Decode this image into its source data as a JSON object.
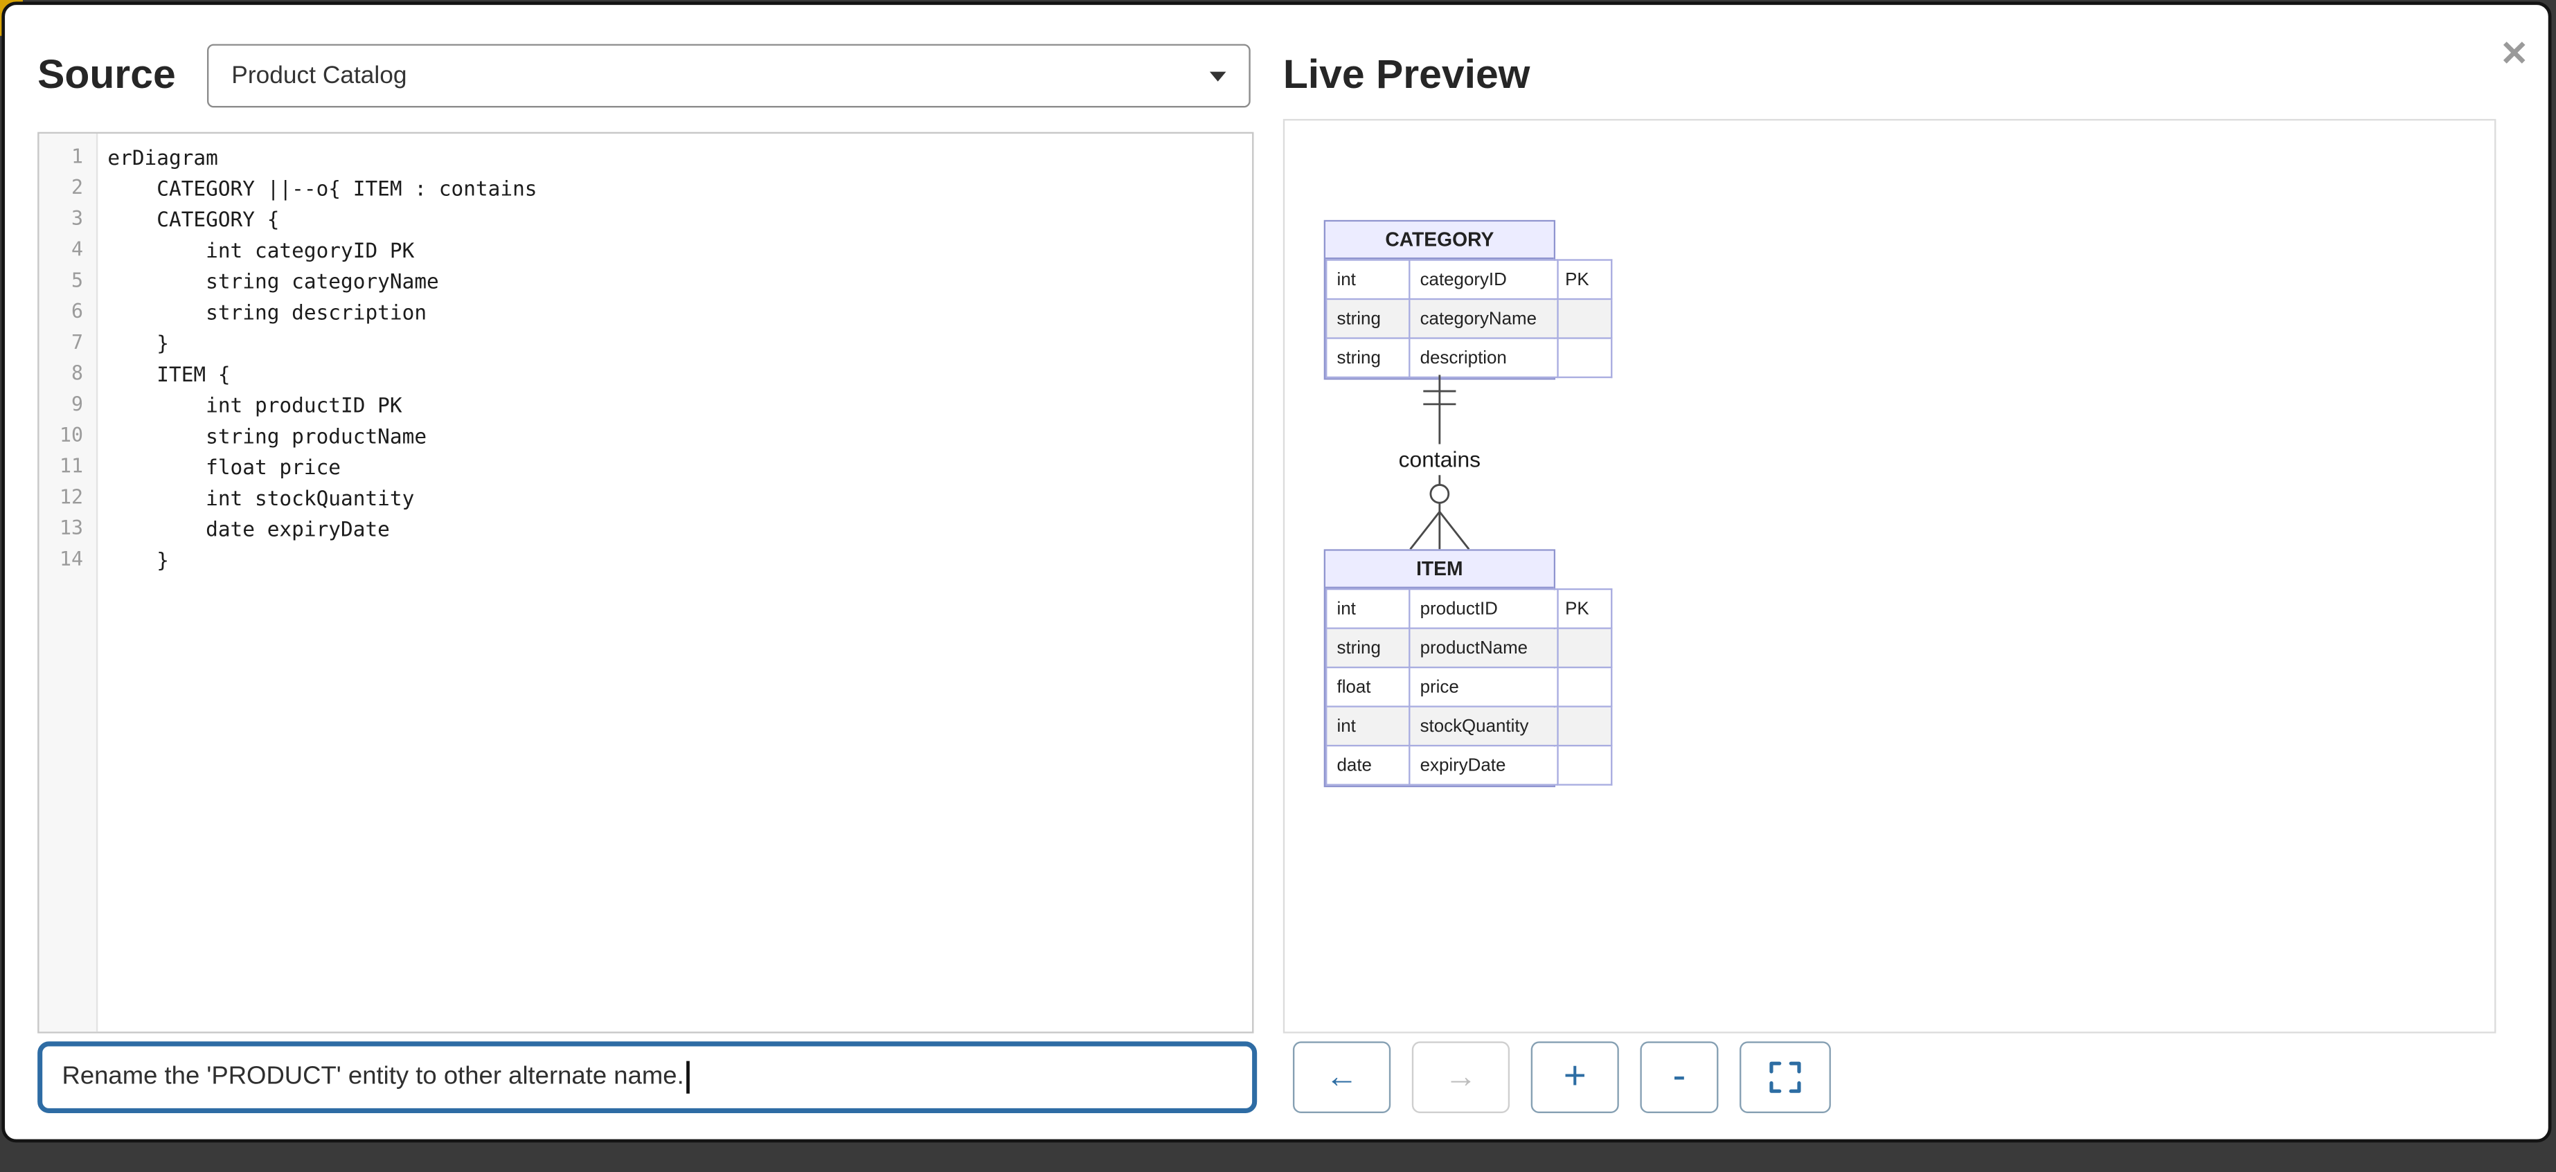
{
  "window": {
    "source_title": "Source",
    "preview_title": "Live Preview",
    "close_icon": "✕"
  },
  "diagram_select": {
    "value": "Product Catalog"
  },
  "editor": {
    "lines": [
      "erDiagram",
      "    CATEGORY ||--o{ ITEM : contains",
      "    CATEGORY {",
      "        int categoryID PK",
      "        string categoryName",
      "        string description",
      "    }",
      "    ITEM {",
      "        int productID PK",
      "        string productName",
      "        float price",
      "        int stockQuantity",
      "        date expiryDate",
      "    }"
    ]
  },
  "preview": {
    "entities": [
      {
        "name": "CATEGORY",
        "attributes": [
          {
            "type": "int",
            "name": "categoryID",
            "key": "PK"
          },
          {
            "type": "string",
            "name": "categoryName",
            "key": ""
          },
          {
            "type": "string",
            "name": "description",
            "key": ""
          }
        ]
      },
      {
        "name": "ITEM",
        "attributes": [
          {
            "type": "int",
            "name": "productID",
            "key": "PK"
          },
          {
            "type": "string",
            "name": "productName",
            "key": ""
          },
          {
            "type": "float",
            "name": "price",
            "key": ""
          },
          {
            "type": "int",
            "name": "stockQuantity",
            "key": ""
          },
          {
            "type": "date",
            "name": "expiryDate",
            "key": ""
          }
        ]
      }
    ],
    "relationship": {
      "label": "contains",
      "cardinality": "exactly-one to zero-or-more"
    }
  },
  "prompt": {
    "value": "Rename the 'PRODUCT' entity to other alternate name."
  },
  "controls": {
    "back": "←",
    "forward": "→",
    "zoom_in": "+",
    "zoom_out": "-"
  },
  "colors": {
    "accent_blue": "#2d6da3",
    "entity_header_fill": "#ececff",
    "entity_row_alt_fill": "#f2f2f2",
    "entity_border": "#8f94cf",
    "input_focus_border": "#2e6ca4",
    "disabled_gray": "#bdbdbd"
  }
}
